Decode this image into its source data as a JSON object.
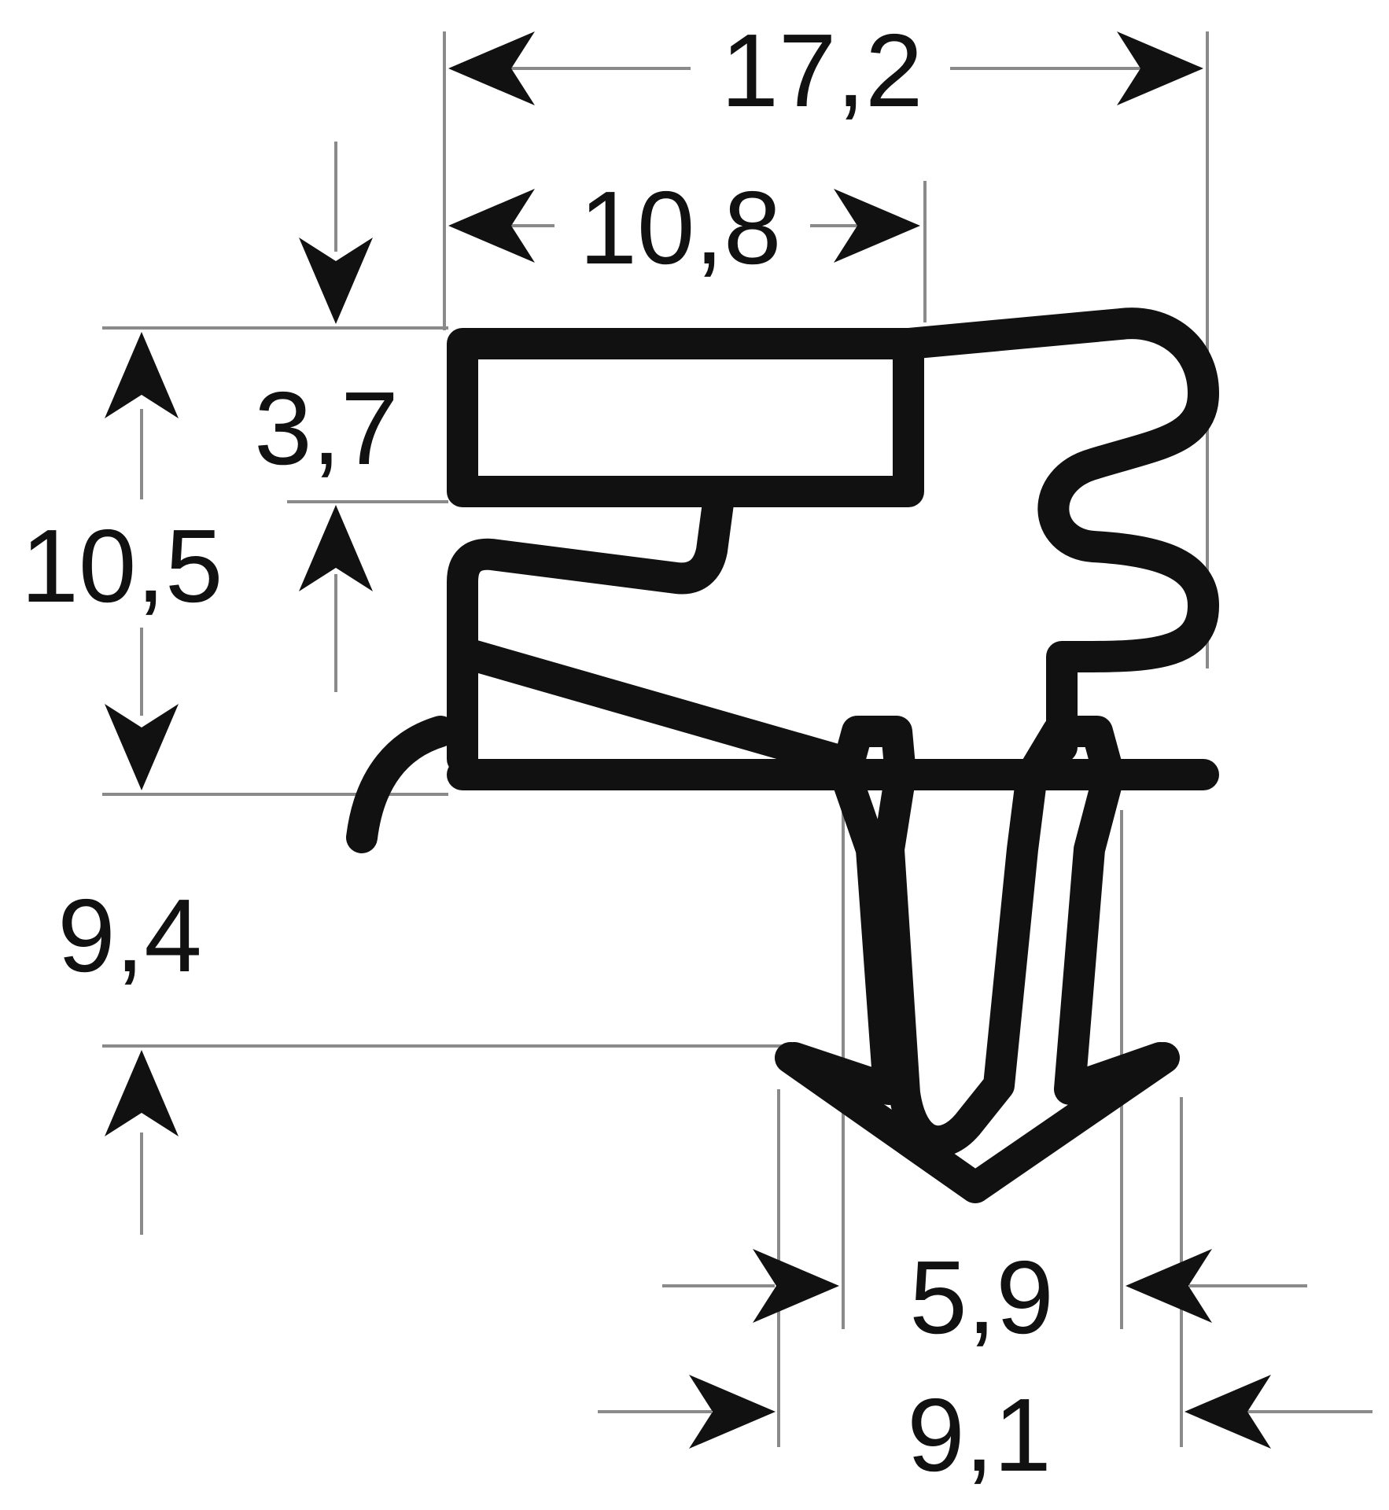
{
  "drawing": {
    "dimensions": {
      "overall_width": "17,2",
      "top_width": "10,8",
      "top_height": "3,7",
      "body_height": "10,5",
      "tongue_height": "9,4",
      "tongue_width": "5,9",
      "foot_width": "9,1"
    }
  }
}
